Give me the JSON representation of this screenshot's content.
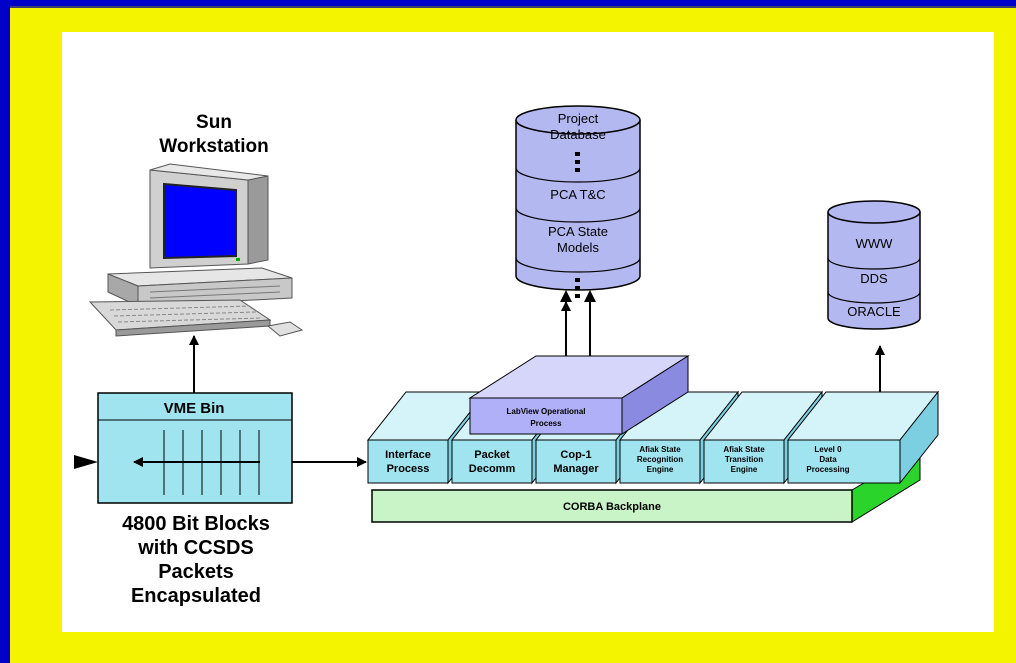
{
  "workstation": {
    "title_line1": "Sun",
    "title_line2": "Workstation"
  },
  "vme_bin": {
    "label": "VME Bin"
  },
  "caption": {
    "line1": "4800 Bit Blocks",
    "line2": "with CCSDS",
    "line3": "Packets",
    "line4": "Encapsulated"
  },
  "project_db": {
    "seg1_line1": "Project",
    "seg1_line2": "Database",
    "seg2": "PCA T&C",
    "seg3_line1": "PCA State",
    "seg3_line2": "Models"
  },
  "small_db": {
    "seg1": "WWW",
    "seg2": "DDS",
    "seg3": "ORACLE"
  },
  "labview": {
    "line1": "LabView Operational",
    "line2": "Process"
  },
  "modules": [
    {
      "line1": "Interface",
      "line2": "Process",
      "line3": ""
    },
    {
      "line1": "Packet",
      "line2": "Decomm",
      "line3": ""
    },
    {
      "line1": "Cop-1",
      "line2": "Manager",
      "line3": ""
    },
    {
      "line1": "Afiak State",
      "line2": "Recognition",
      "line3": "Engine"
    },
    {
      "line1": "Afiak State",
      "line2": "Transition",
      "line3": "Engine"
    },
    {
      "line1": "Level 0",
      "line2": "Data",
      "line3": "Processing"
    }
  ],
  "backplane": {
    "label": "CORBA Backplane"
  },
  "colors": {
    "background": "#f4f400",
    "frame": "#0000c8",
    "cylinder": "#b4b8f0",
    "module_face": "#a0e4f0",
    "module_top": "#d4f4fa",
    "backplane": "#c8f4c8",
    "backplane_side": "#2ad42a",
    "labview": "#b0b0f8"
  }
}
